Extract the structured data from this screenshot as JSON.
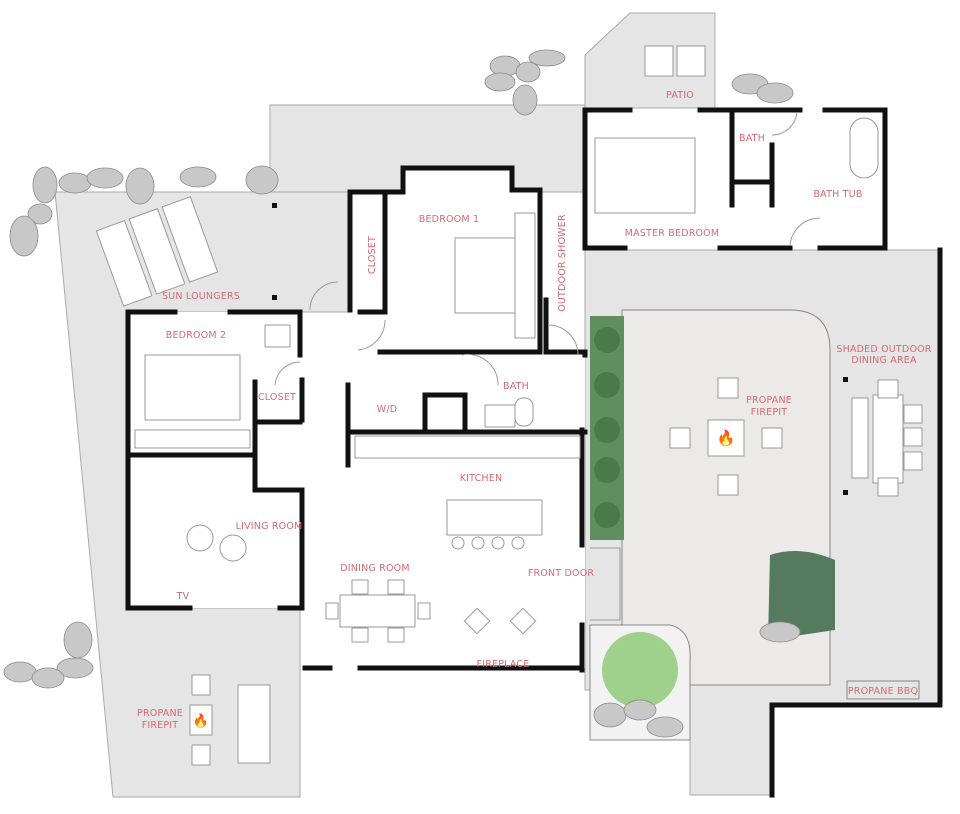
{
  "labels": {
    "patio": "PATIO",
    "master_bath": "BATH",
    "bath_tub": "BATH TUB",
    "master_bedroom": "MASTER BEDROOM",
    "bedroom1": "BEDROOM 1",
    "closet1": "CLOSET",
    "outdoor_shower": "OUTDOOR SHOWER",
    "sun_loungers": "SUN LOUNGERS",
    "bedroom2": "BEDROOM 2",
    "closet2": "CLOSET",
    "wd": "W/D",
    "bath": "BATH",
    "kitchen": "KITCHEN",
    "living_room": "LIVING ROOM",
    "tv": "TV",
    "dining_room": "DINING ROOM",
    "front_door": "FRONT DOOR",
    "fireplace": "FIREPLACE",
    "firepit_center": [
      "PROPANE",
      "FIREPIT"
    ],
    "firepit_left": [
      "PROPANE",
      "FIREPIT"
    ],
    "shaded_dining": [
      "SHADED OUTDOOR",
      "DINING AREA"
    ],
    "propane_bbq": "PROPANE BBQ"
  },
  "icons": {
    "fire": "🔥"
  },
  "colors": {
    "label": "#d46a72",
    "wall": "#111111",
    "outdoor": "#e5e5e5",
    "garden": "#5f8f5f"
  }
}
